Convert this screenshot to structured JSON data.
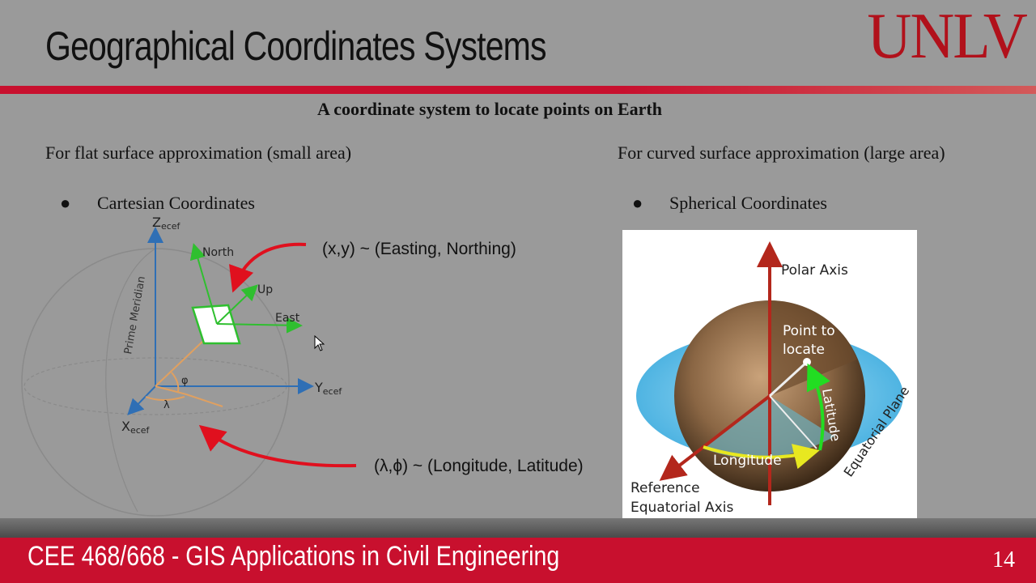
{
  "slide": {
    "title": "Geographical Coordinates Systems",
    "logo": "UNLV",
    "subtitle": "A coordinate system to locate points on Earth",
    "page_number": "14"
  },
  "left": {
    "heading": "For flat surface approximation (small area)",
    "bullet": "Cartesian Coordinates",
    "bullet_glyph": "●",
    "diagram": {
      "axis_z": "Z",
      "axis_y": "Y",
      "axis_x": "X",
      "axis_subscript": "ecef",
      "north": "North",
      "up": "Up",
      "east": "East",
      "meridian": "Prime Meridian",
      "phi": "φ",
      "lambda": "λ"
    },
    "annotation_xy": "(x,y) ~ (Easting, Northing)",
    "annotation_ll": "(λ,ϕ) ~ (Longitude, Latitude)"
  },
  "right": {
    "heading": "For curved surface approximation (large area)",
    "bullet": "Spherical Coordinates",
    "bullet_glyph": "●",
    "diagram": {
      "polar_axis": "Polar Axis",
      "point_line1": "Point to",
      "point_line2": "locate",
      "latitude": "Latitude",
      "longitude": "Longitude",
      "equatorial_plane": "Equatorial Plane",
      "reference_line1": "Reference",
      "reference_line2": "Equatorial Axis"
    }
  },
  "footer": {
    "course": "CEE 468/668 - GIS Applications in Civil Engineering"
  },
  "colors": {
    "accent_red": "#c8102e",
    "arrow_red": "#e0101e",
    "axis_blue": "#2f6fb5",
    "enu_green": "#2fbf2f",
    "orange": "#e0a060"
  }
}
